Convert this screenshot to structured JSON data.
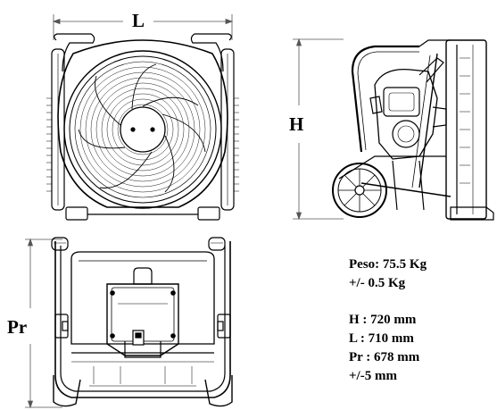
{
  "labels": {
    "width": "L",
    "height": "H",
    "depth": "Pr"
  },
  "specs": {
    "weight": "Peso: 75.5 Kg",
    "weight_tol": "+/- 0.5 Kg",
    "h": "H : 720 mm",
    "l": "L : 710 mm",
    "pr": "Pr : 678 mm",
    "dim_tol": "+/-5 mm"
  },
  "icons": {
    "front_view": "fan-front-view",
    "side_view": "fan-side-view",
    "top_view": "fan-top-view"
  }
}
